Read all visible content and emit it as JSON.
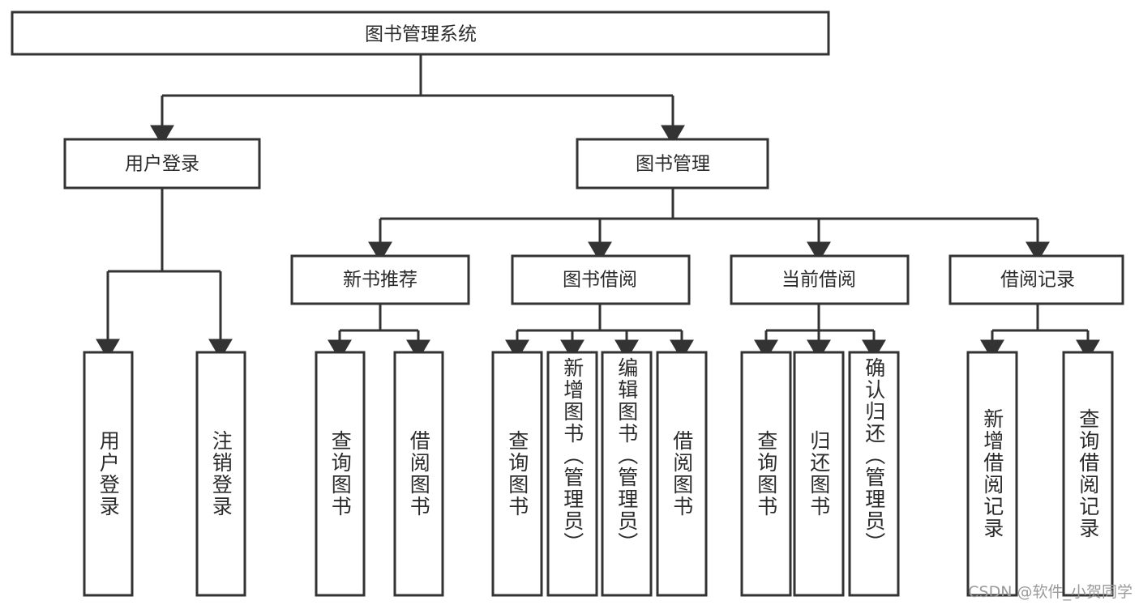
{
  "diagram": {
    "title": "图书管理系统",
    "type": "hierarchy-tree",
    "colors": {
      "stroke": "#333333",
      "fill": "#ffffff",
      "text": "#2b2b2b",
      "watermark": "#9a9a9a",
      "background": "#ffffff"
    },
    "root": {
      "label": "图书管理系统"
    },
    "level1": [
      {
        "id": "user-login",
        "label": "用户登录"
      },
      {
        "id": "book-manage",
        "label": "图书管理"
      }
    ],
    "level2": [
      {
        "id": "new-book-recommend",
        "label": "新书推荐",
        "parent": "book-manage"
      },
      {
        "id": "book-borrow",
        "label": "图书借阅",
        "parent": "book-manage"
      },
      {
        "id": "current-borrow",
        "label": "当前借阅",
        "parent": "book-manage"
      },
      {
        "id": "borrow-record",
        "label": "借阅记录",
        "parent": "book-manage"
      }
    ],
    "leaves": {
      "user-login": [
        {
          "id": "leaf-user-login",
          "label": "用户登录"
        },
        {
          "id": "leaf-user-logout",
          "label": "注销登录"
        }
      ],
      "new-book-recommend": [
        {
          "id": "leaf-query-book-1",
          "label": "查询图书"
        },
        {
          "id": "leaf-borrow-book-1",
          "label": "借阅图书"
        }
      ],
      "book-borrow": [
        {
          "id": "leaf-query-book-2",
          "label": "查询图书"
        },
        {
          "id": "leaf-add-book",
          "label": "新增图书（管理员）"
        },
        {
          "id": "leaf-edit-book",
          "label": "编辑图书（管理员）"
        },
        {
          "id": "leaf-borrow-book-2",
          "label": "借阅图书"
        }
      ],
      "current-borrow": [
        {
          "id": "leaf-query-book-3",
          "label": "查询图书"
        },
        {
          "id": "leaf-return-book",
          "label": "归还图书"
        },
        {
          "id": "leaf-confirm-return",
          "label": "确认归还（管理员）"
        }
      ],
      "borrow-record": [
        {
          "id": "leaf-add-record",
          "label": "新增借阅记录"
        },
        {
          "id": "leaf-query-record",
          "label": "查询借阅记录"
        }
      ]
    }
  },
  "watermark": {
    "text": "CSDN @软件_小贺同学"
  }
}
